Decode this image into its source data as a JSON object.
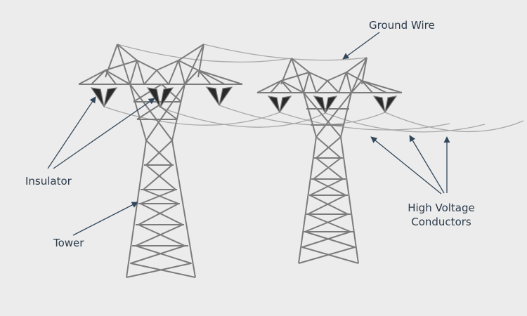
{
  "labels": {
    "ground_wire": "Ground Wire",
    "insulator": "Insulator",
    "tower": "Tower",
    "conductors_line1": "High Voltage",
    "conductors_line2": "Conductors"
  },
  "colors": {
    "background": "#ececec",
    "steel": "#7c7c7c",
    "wire": "#a9a9a9",
    "insulator": "#2a2a2a",
    "label_text": "#2b3a4a",
    "pointer": "#33475b"
  }
}
